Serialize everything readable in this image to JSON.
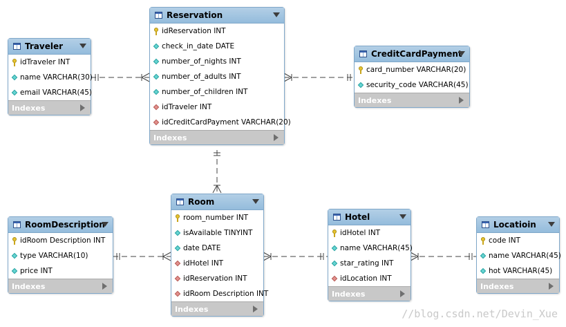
{
  "tables": {
    "reservation": {
      "name": "Reservation",
      "columns": [
        {
          "text": "idReservation INT",
          "kind": "pk"
        },
        {
          "text": "check_in_date DATE",
          "kind": "attr"
        },
        {
          "text": "number_of_nights INT",
          "kind": "attr"
        },
        {
          "text": "number_of_adults INT",
          "kind": "attr"
        },
        {
          "text": "number_of_children INT",
          "kind": "attr"
        },
        {
          "text": "idTraveler INT",
          "kind": "fk"
        },
        {
          "text": "idCreditCardPayment VARCHAR(20)",
          "kind": "fk"
        }
      ],
      "indexes_label": "Indexes"
    },
    "traveler": {
      "name": "Traveler",
      "columns": [
        {
          "text": "idTraveler INT",
          "kind": "pk"
        },
        {
          "text": "name VARCHAR(30)",
          "kind": "attr"
        },
        {
          "text": "email VARCHAR(45)",
          "kind": "attr"
        }
      ],
      "indexes_label": "Indexes"
    },
    "creditcardpayment": {
      "name": "CreditCardPayment",
      "columns": [
        {
          "text": "card_number VARCHAR(20)",
          "kind": "pk"
        },
        {
          "text": "security_code VARCHAR(45)",
          "kind": "attr"
        }
      ],
      "indexes_label": "Indexes"
    },
    "room": {
      "name": "Room",
      "columns": [
        {
          "text": "room_number INT",
          "kind": "pk"
        },
        {
          "text": "isAvailable TINYINT",
          "kind": "attr"
        },
        {
          "text": "date DATE",
          "kind": "attr"
        },
        {
          "text": "idHotel INT",
          "kind": "fk"
        },
        {
          "text": "idReservation INT",
          "kind": "fk"
        },
        {
          "text": "idRoom Description INT",
          "kind": "fk"
        }
      ],
      "indexes_label": "Indexes"
    },
    "roomdescription": {
      "name": "RoomDescription",
      "columns": [
        {
          "text": "idRoom Description INT",
          "kind": "pk"
        },
        {
          "text": "type VARCHAR(10)",
          "kind": "attr"
        },
        {
          "text": "price INT",
          "kind": "attr"
        }
      ],
      "indexes_label": "Indexes"
    },
    "hotel": {
      "name": "Hotel",
      "columns": [
        {
          "text": "idHotel INT",
          "kind": "pk"
        },
        {
          "text": "name VARCHAR(45)",
          "kind": "attr"
        },
        {
          "text": "star_rating INT",
          "kind": "attr"
        },
        {
          "text": "idLocation INT",
          "kind": "fk"
        }
      ],
      "indexes_label": "Indexes"
    },
    "location": {
      "name": "Locatioin",
      "columns": [
        {
          "text": "code INT",
          "kind": "pk"
        },
        {
          "text": "name VARCHAR(45)",
          "kind": "attr"
        },
        {
          "text": "hot VARCHAR(45)",
          "kind": "attr"
        }
      ],
      "indexes_label": "Indexes"
    }
  },
  "watermark": "//blog.csdn.net/Devin_Xue",
  "colors": {
    "header": "#94bcdc",
    "border": "#7fa7c9",
    "indexes_bar": "#c8c8c8",
    "connector": "#404040"
  }
}
